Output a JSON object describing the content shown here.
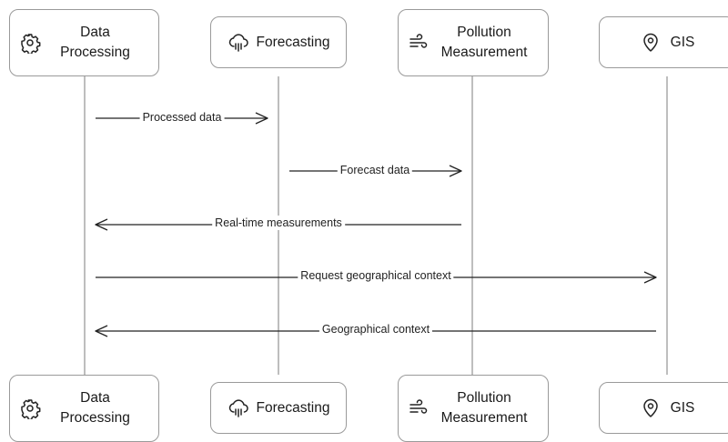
{
  "participants": [
    {
      "id": "dp",
      "label": "Data\nProcessing",
      "icon": "gear-icon"
    },
    {
      "id": "fc",
      "label": "Forecasting",
      "icon": "cloud-rain-icon"
    },
    {
      "id": "pm",
      "label": "Pollution\nMeasurement",
      "icon": "wind-icon"
    },
    {
      "id": "gis",
      "label": "GIS",
      "icon": "map-pin-icon"
    }
  ],
  "messages": [
    {
      "from": "dp",
      "to": "fc",
      "label": "Processed data"
    },
    {
      "from": "fc",
      "to": "pm",
      "label": "Forecast data"
    },
    {
      "from": "pm",
      "to": "dp",
      "label": "Real-time measurements"
    },
    {
      "from": "dp",
      "to": "gis",
      "label": "Request geographical context"
    },
    {
      "from": "gis",
      "to": "dp",
      "label": "Geographical context"
    }
  ],
  "colors": {
    "line": "#a8a8a8",
    "arrow": "#222222",
    "border": "#9a9a9a"
  }
}
